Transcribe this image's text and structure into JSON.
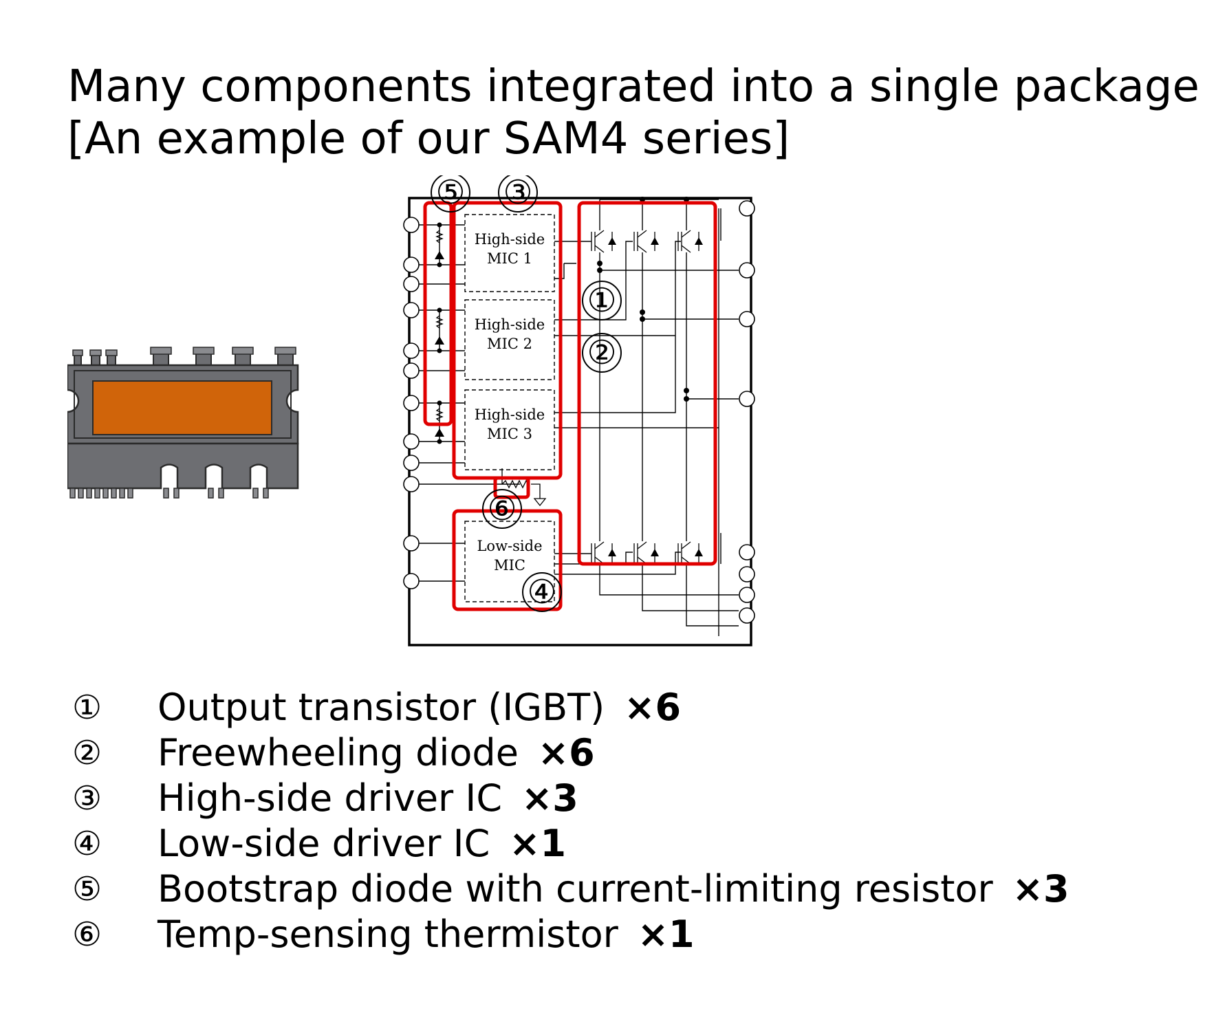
{
  "title": {
    "line1": "Many components integrated into a single package",
    "line2": "[An example of our SAM4 series]"
  },
  "diagram": {
    "mic_labels": [
      {
        "line1": "High-side",
        "line2": "MIC 1"
      },
      {
        "line1": "High-side",
        "line2": "MIC 2"
      },
      {
        "line1": "High-side",
        "line2": "MIC 3"
      },
      {
        "line1": "Low-side",
        "line2": "MIC"
      }
    ],
    "callouts": [
      "①",
      "②",
      "③",
      "④",
      "⑤",
      "⑥"
    ],
    "highlight_color": "#e00000",
    "package_body_color": "#6d6e72",
    "package_window_color": "#d0640a"
  },
  "legend": [
    {
      "num": "①",
      "label": "Output transistor (IGBT)",
      "qty": "×6"
    },
    {
      "num": "②",
      "label": "Freewheeling diode",
      "qty": "×6"
    },
    {
      "num": "③",
      "label": "High-side driver IC",
      "qty": "×3"
    },
    {
      "num": "④",
      "label": "Low-side driver IC",
      "qty": "×1"
    },
    {
      "num": "⑤",
      "label": "Bootstrap diode with current-limiting resistor",
      "qty": "×3"
    },
    {
      "num": "⑥",
      "label": "Temp-sensing thermistor",
      "qty": "×1"
    }
  ]
}
